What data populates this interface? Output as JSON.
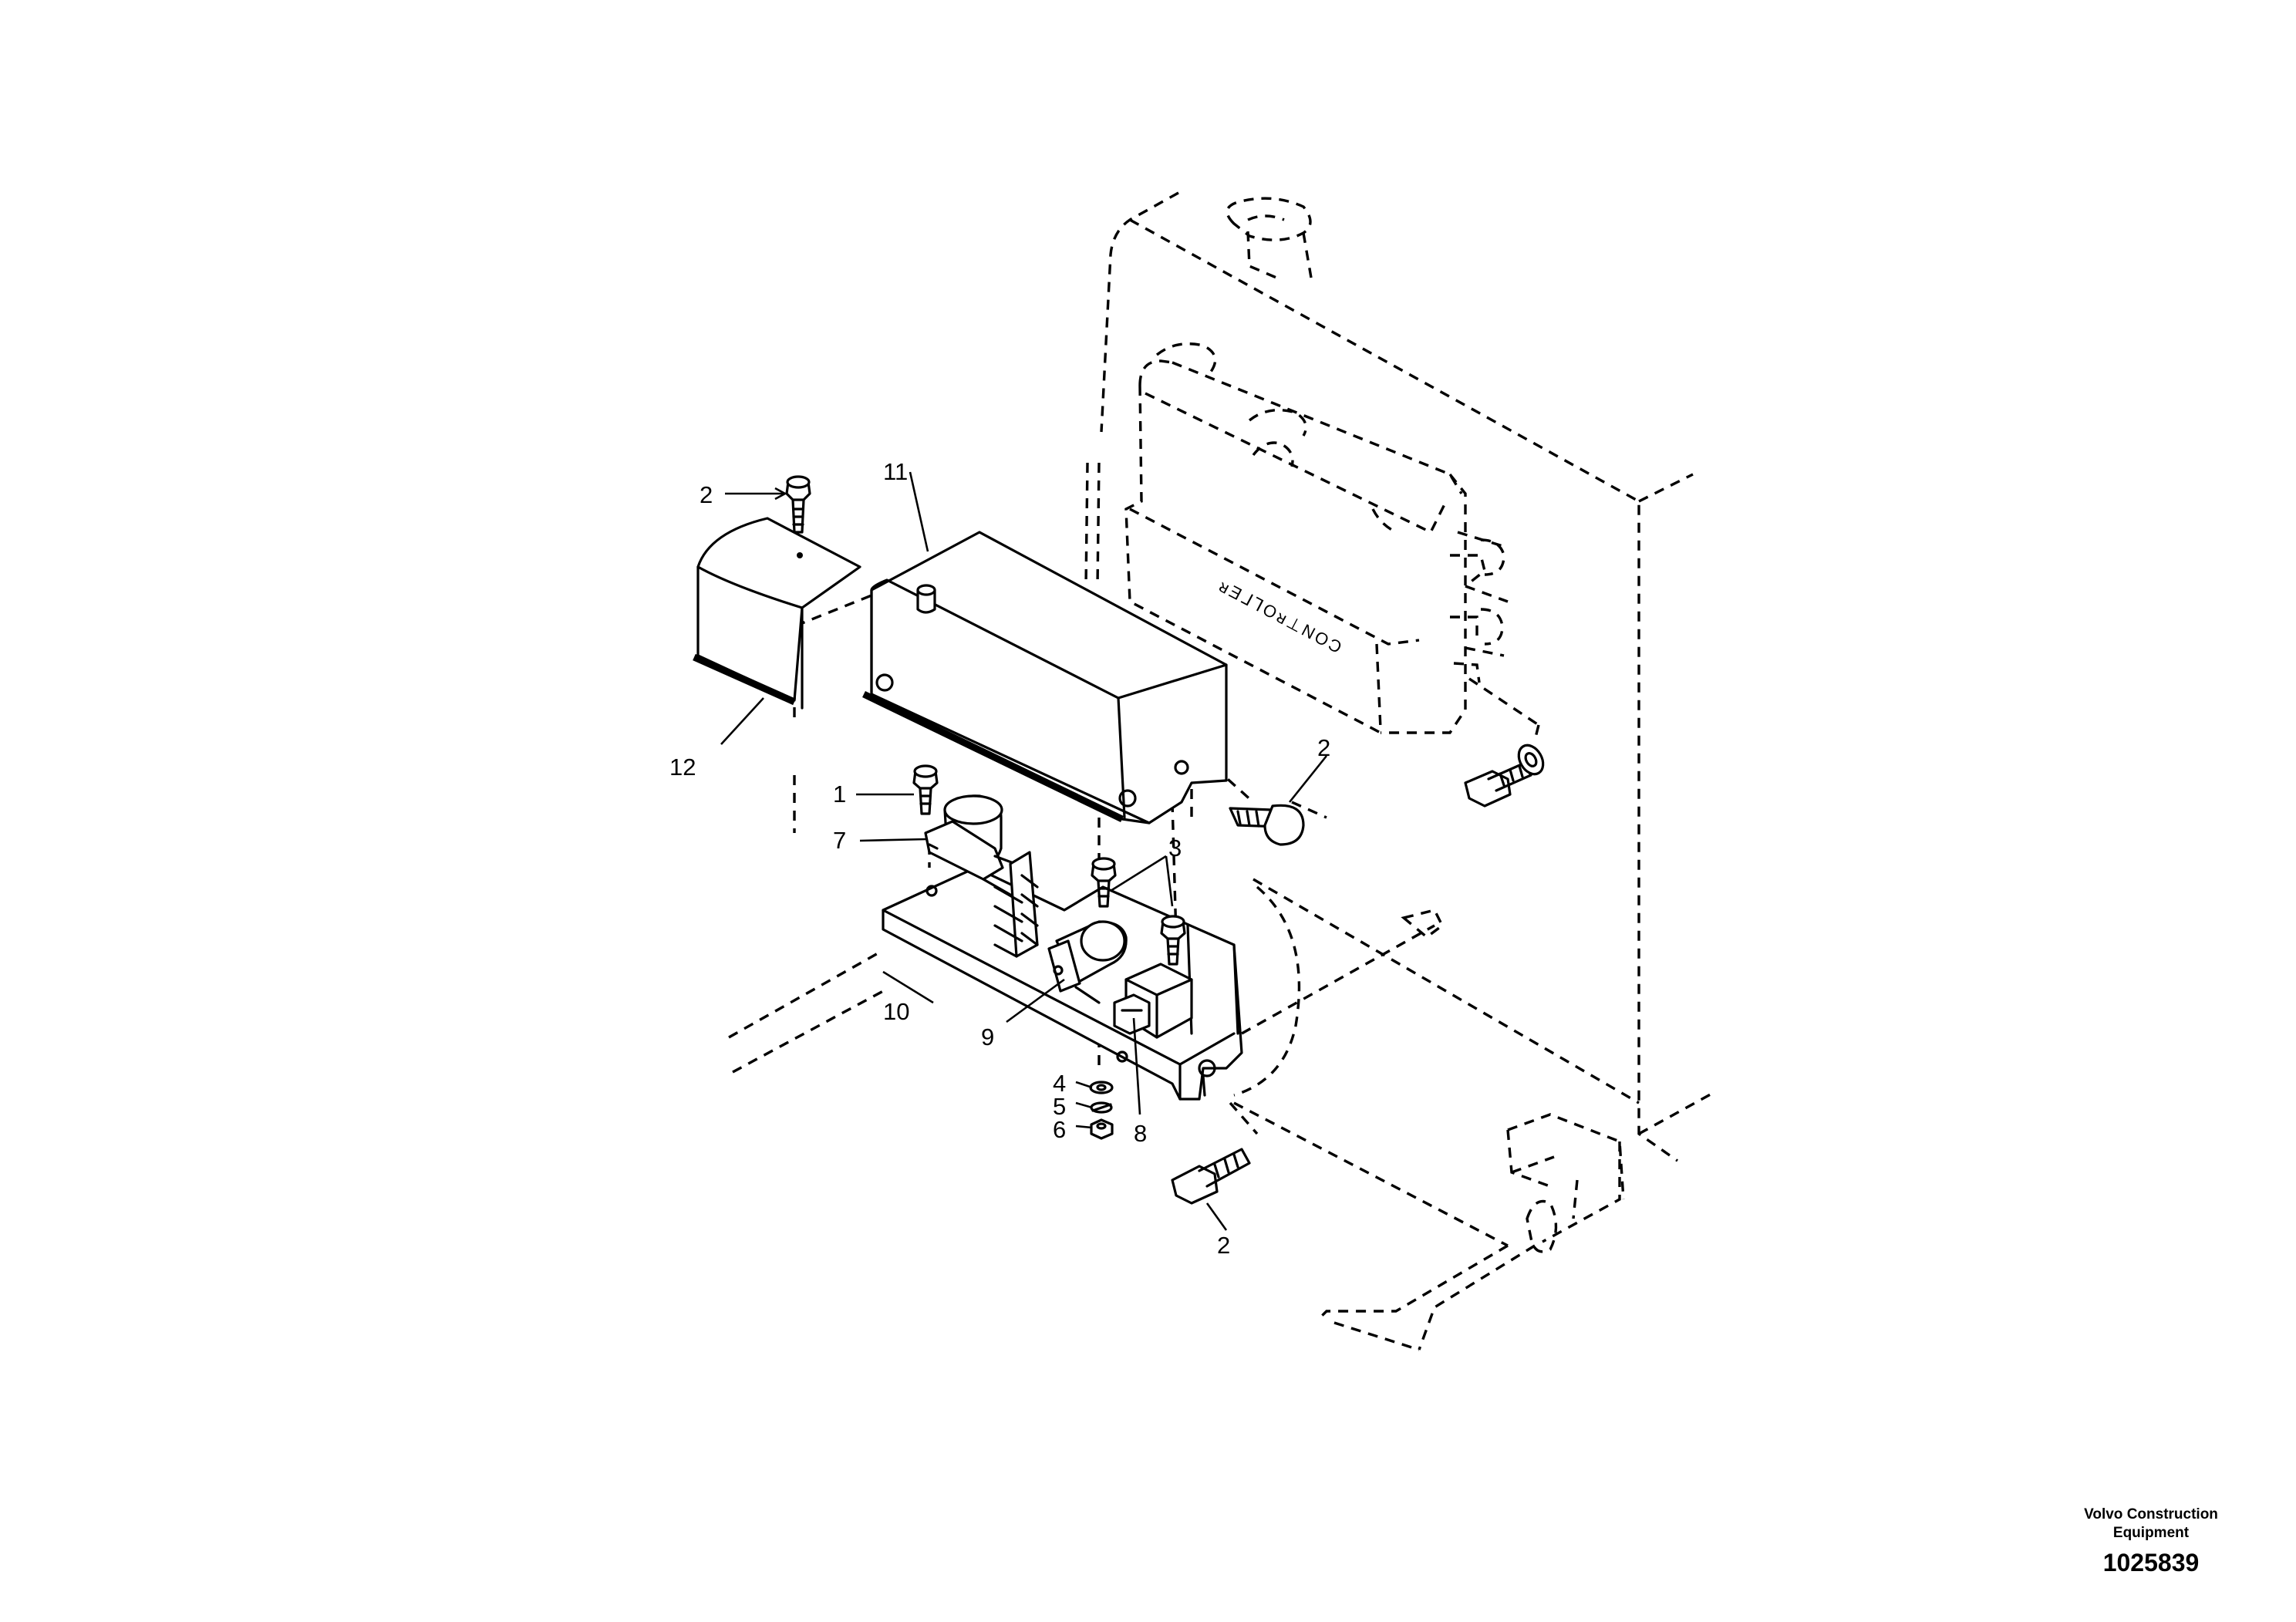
{
  "diagram": {
    "callouts": [
      {
        "id": "c1",
        "label": "1"
      },
      {
        "id": "c2a",
        "label": "2"
      },
      {
        "id": "c2b",
        "label": "2"
      },
      {
        "id": "c2c",
        "label": "2"
      },
      {
        "id": "c3",
        "label": "3"
      },
      {
        "id": "c4",
        "label": "4"
      },
      {
        "id": "c5",
        "label": "5"
      },
      {
        "id": "c6",
        "label": "6"
      },
      {
        "id": "c7",
        "label": "7"
      },
      {
        "id": "c8",
        "label": "8"
      },
      {
        "id": "c9",
        "label": "9"
      },
      {
        "id": "c10",
        "label": "10"
      },
      {
        "id": "c11",
        "label": "11"
      },
      {
        "id": "c12",
        "label": "12"
      }
    ],
    "ecu_label": "ᴚƎᒧꓶOᴚ⊥NOƆ"
  },
  "credit": {
    "maker_line1": "Volvo Construction",
    "maker_line2": "Equipment",
    "number": "1025839"
  }
}
